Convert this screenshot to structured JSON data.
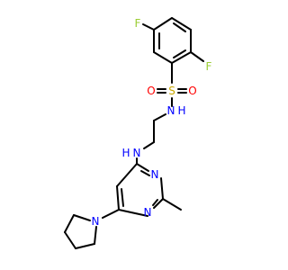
{
  "molecule": {
    "atoms": {
      "f1": "F",
      "f2": "F",
      "s": "S",
      "o1": "O",
      "o2": "O",
      "n_sulfonamide": "N",
      "h_sulfonamide": "H",
      "n_amine": "N",
      "h_amine": "H",
      "n_pyr1": "N",
      "n_pyr2": "N",
      "n_pyrrolidine": "N"
    },
    "colors": {
      "bond": "#000000",
      "fluorine": "#9ACD32",
      "sulfur": "#C8A800",
      "oxygen": "#FF0000",
      "nitrogen": "#0000FF"
    }
  }
}
